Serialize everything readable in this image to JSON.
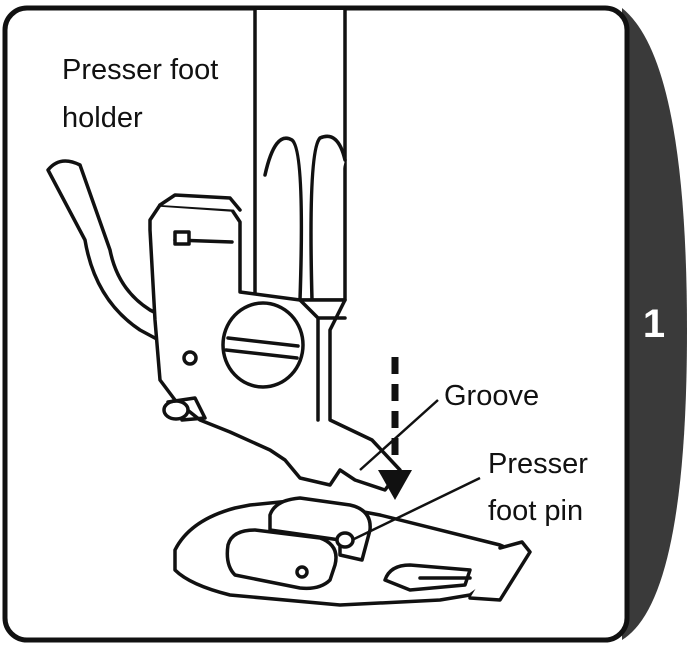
{
  "labels": {
    "holder_line1": "Presser foot",
    "holder_line2": "holder",
    "groove": "Groove",
    "pin_line1": "Presser",
    "pin_line2": "foot pin"
  },
  "step_tab": {
    "number": "1"
  },
  "colors": {
    "ink": "#111111",
    "tab": "#3a3a3a",
    "background": "#ffffff"
  }
}
